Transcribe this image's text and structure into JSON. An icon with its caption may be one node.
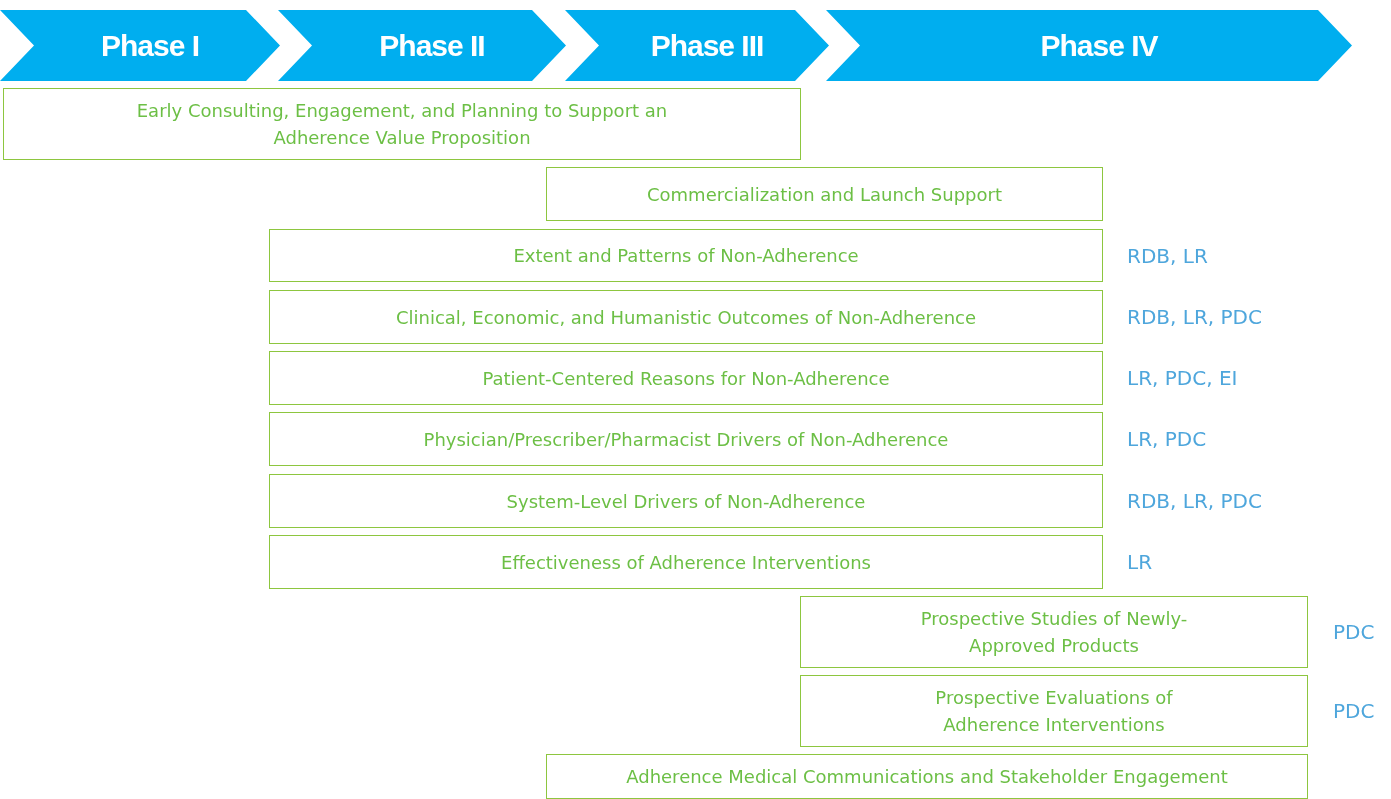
{
  "diagram": {
    "nodes": [
      {
        "text": [
          "Phase I"
        ]
      },
      {
        "text": [
          "Phase II"
        ]
      },
      {
        "text": [
          "Phase III"
        ]
      },
      {
        "text": [
          "Phase IV"
        ]
      },
      {
        "text": [
          "Early Consulting, Engagement, and Planning to Support an Adherence Value Proposition"
        ]
      },
      {
        "text": [
          "Commercialization and Launch Support"
        ]
      },
      {
        "text": [
          "Extent and Patterns of Non-Adherence"
        ],
        "beside": [
          "RDB, LR"
        ]
      },
      {
        "text": [
          "Clinical, Economic, and Humanistic Outcomes of Non-Adherence"
        ],
        "beside": [
          "RDB, LR, PDC"
        ]
      },
      {
        "text": [
          "Patient-Centered Reasons for Non-Adherence"
        ],
        "beside": [
          "LR, PDC, EI"
        ]
      },
      {
        "text": [
          "Physician/Prescriber/Pharmacist Drivers of Non-Adherence"
        ],
        "beside": [
          "LR, PDC"
        ]
      },
      {
        "text": [
          "System-Level Drivers of Non-Adherence"
        ],
        "beside": [
          "RDB, LR, PDC"
        ]
      },
      {
        "text": [
          "Effectiveness of Adherence Interventions"
        ],
        "beside": [
          "LR"
        ]
      },
      {
        "text": [
          "Prospective Studies of Newly-Approved Products"
        ],
        "beside": [
          "PDC"
        ]
      },
      {
        "text": [
          "Prospective Evaluations of Adherence Interventions"
        ],
        "beside": [
          "PDC"
        ]
      },
      {
        "text": [
          "Adherence Medical Communications and Stakeholder Engagement"
        ]
      }
    ],
    "edges": []
  }
}
